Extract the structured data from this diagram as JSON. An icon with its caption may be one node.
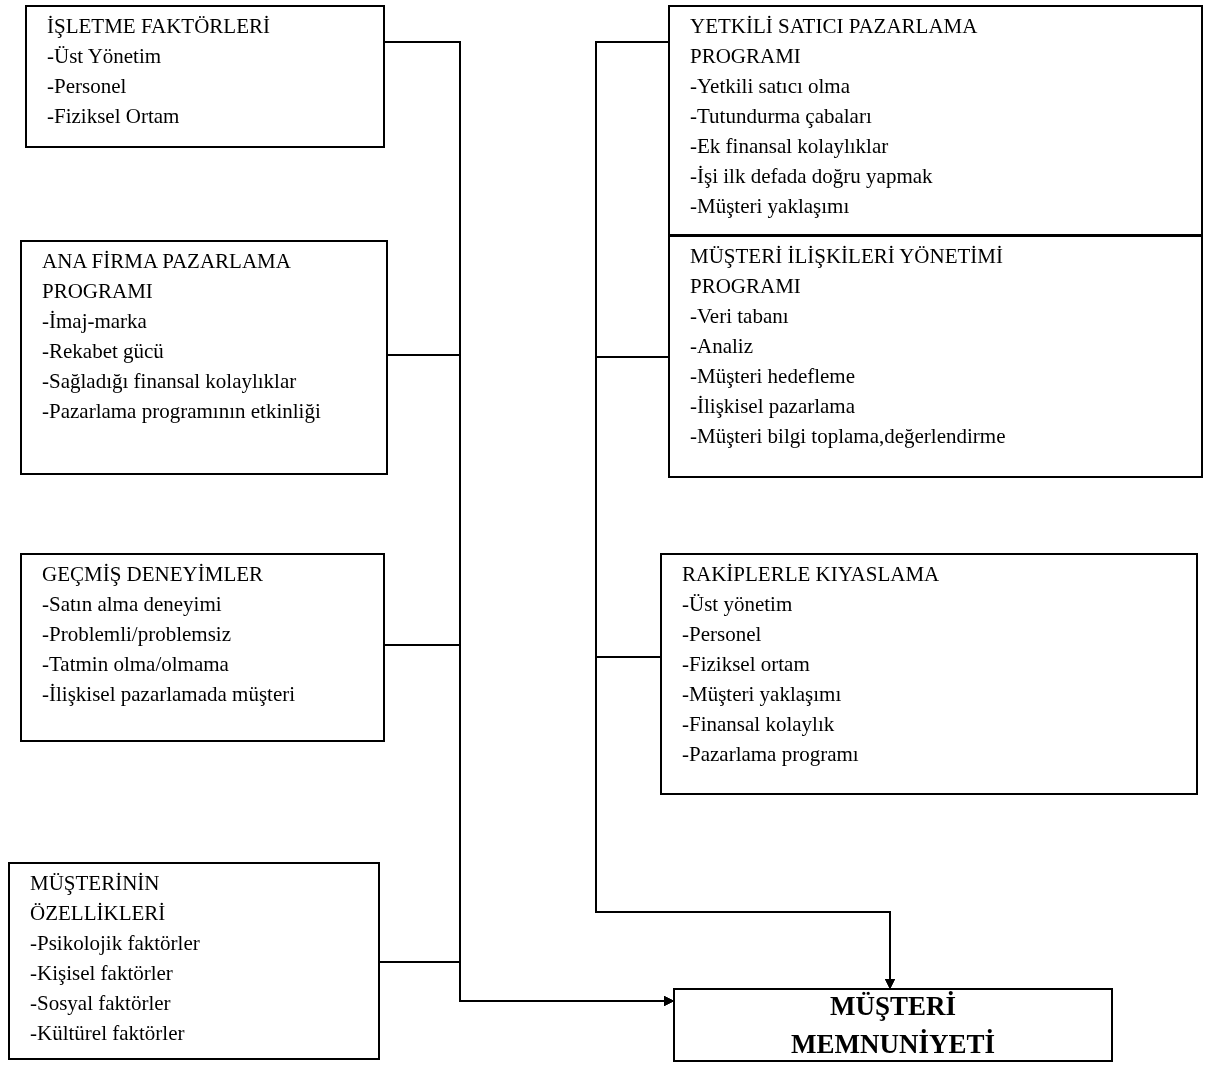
{
  "diagram": {
    "nodes": [
      {
        "text": [
          "İŞLETME  FAKTÖRLERİ",
          "-Üst Yönetim",
          "-Personel",
          "-Fiziksel Ortam"
        ]
      },
      {
        "text": [
          "ANA FİRMA PAZARLAMA PROGRAMI",
          "-İmaj-marka",
          "-Rekabet gücü",
          "-Sağladığı finansal kolaylıklar",
          "-Pazarlama programının etkinliği"
        ]
      },
      {
        "text": [
          "GEÇMİŞ DENEYİMLER",
          "-Satın alma deneyimi",
          "-Problemli/problemsiz",
          "-Tatmin olma/olmama",
          "-İlişkisel pazarlamada müşteri"
        ]
      },
      {
        "text": [
          "MÜŞTERİNİN ÖZELLİKLERİ",
          "-Psikolojik faktörler",
          "-Kişisel faktörler",
          "-Sosyal faktörler",
          "-Kültürel faktörler"
        ]
      },
      {
        "text": [
          "YETKİLİ SATICI PAZARLAMA PROGRAMI",
          "-Yetkili satıcı olma",
          "-Tutundurma çabaları",
          "-Ek finansal kolaylıklar",
          "-İşi ilk defada doğru yapmak",
          "-Müşteri yaklaşımı"
        ]
      },
      {
        "text": [
          "MÜŞTERİ İLİŞKİLERİ YÖNETİMİ PROGRAMI",
          "-Veri tabanı",
          "-Analiz",
          "-Müşteri hedefleme",
          "-İlişkisel pazarlama",
          "-Müşteri bilgi toplama,değerlendirme"
        ]
      },
      {
        "text": [
          "RAKİPLERLE KIYASLAMA",
          "-Üst yönetim",
          "-Personel",
          "-Fiziksel ortam",
          "-Müşteri yaklaşımı",
          "-Finansal kolaylık",
          "-Pazarlama programı"
        ]
      },
      {
        "text": [
          "MÜŞTERİ MEMNUNİYETİ"
        ]
      }
    ],
    "edges": [
      {
        "from": 0,
        "to": 7,
        "arrow": "to"
      },
      {
        "from": 1,
        "to": 7,
        "arrow": "to"
      },
      {
        "from": 2,
        "to": 7,
        "arrow": "to"
      },
      {
        "from": 3,
        "to": 7,
        "arrow": "to"
      },
      {
        "from": 4,
        "to": 7,
        "arrow": "to"
      },
      {
        "from": 5,
        "to": 7,
        "arrow": "to"
      },
      {
        "from": 6,
        "to": 7,
        "arrow": "to"
      }
    ]
  }
}
